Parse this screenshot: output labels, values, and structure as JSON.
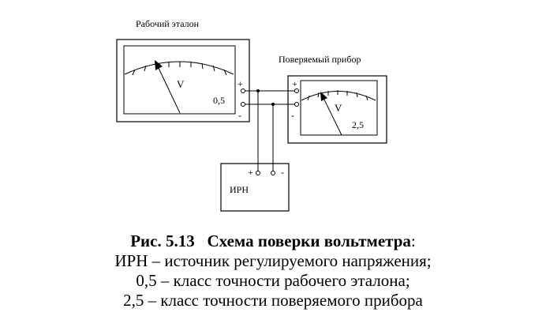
{
  "diagram": {
    "reference_meter": {
      "title": "Рабочий эталон",
      "unit": "V",
      "accuracy_class": "0,5",
      "plus": "+",
      "minus": "-"
    },
    "tested_meter": {
      "title": "Поверяемый прибор",
      "unit": "V",
      "accuracy_class": "2,5",
      "plus": "+",
      "minus": "-"
    },
    "source": {
      "label": "ИРН",
      "plus": "+",
      "minus": "-"
    }
  },
  "caption": {
    "figure_number": "Рис. 5.13",
    "title": "Схема поверки вольтметра",
    "title_suffix": ":",
    "lines": [
      "ИРН – источник регулируемого напряжения;",
      "0,5 – класс точности рабочего эталона;",
      "2,5 – класс точности поверяемого прибора"
    ]
  }
}
